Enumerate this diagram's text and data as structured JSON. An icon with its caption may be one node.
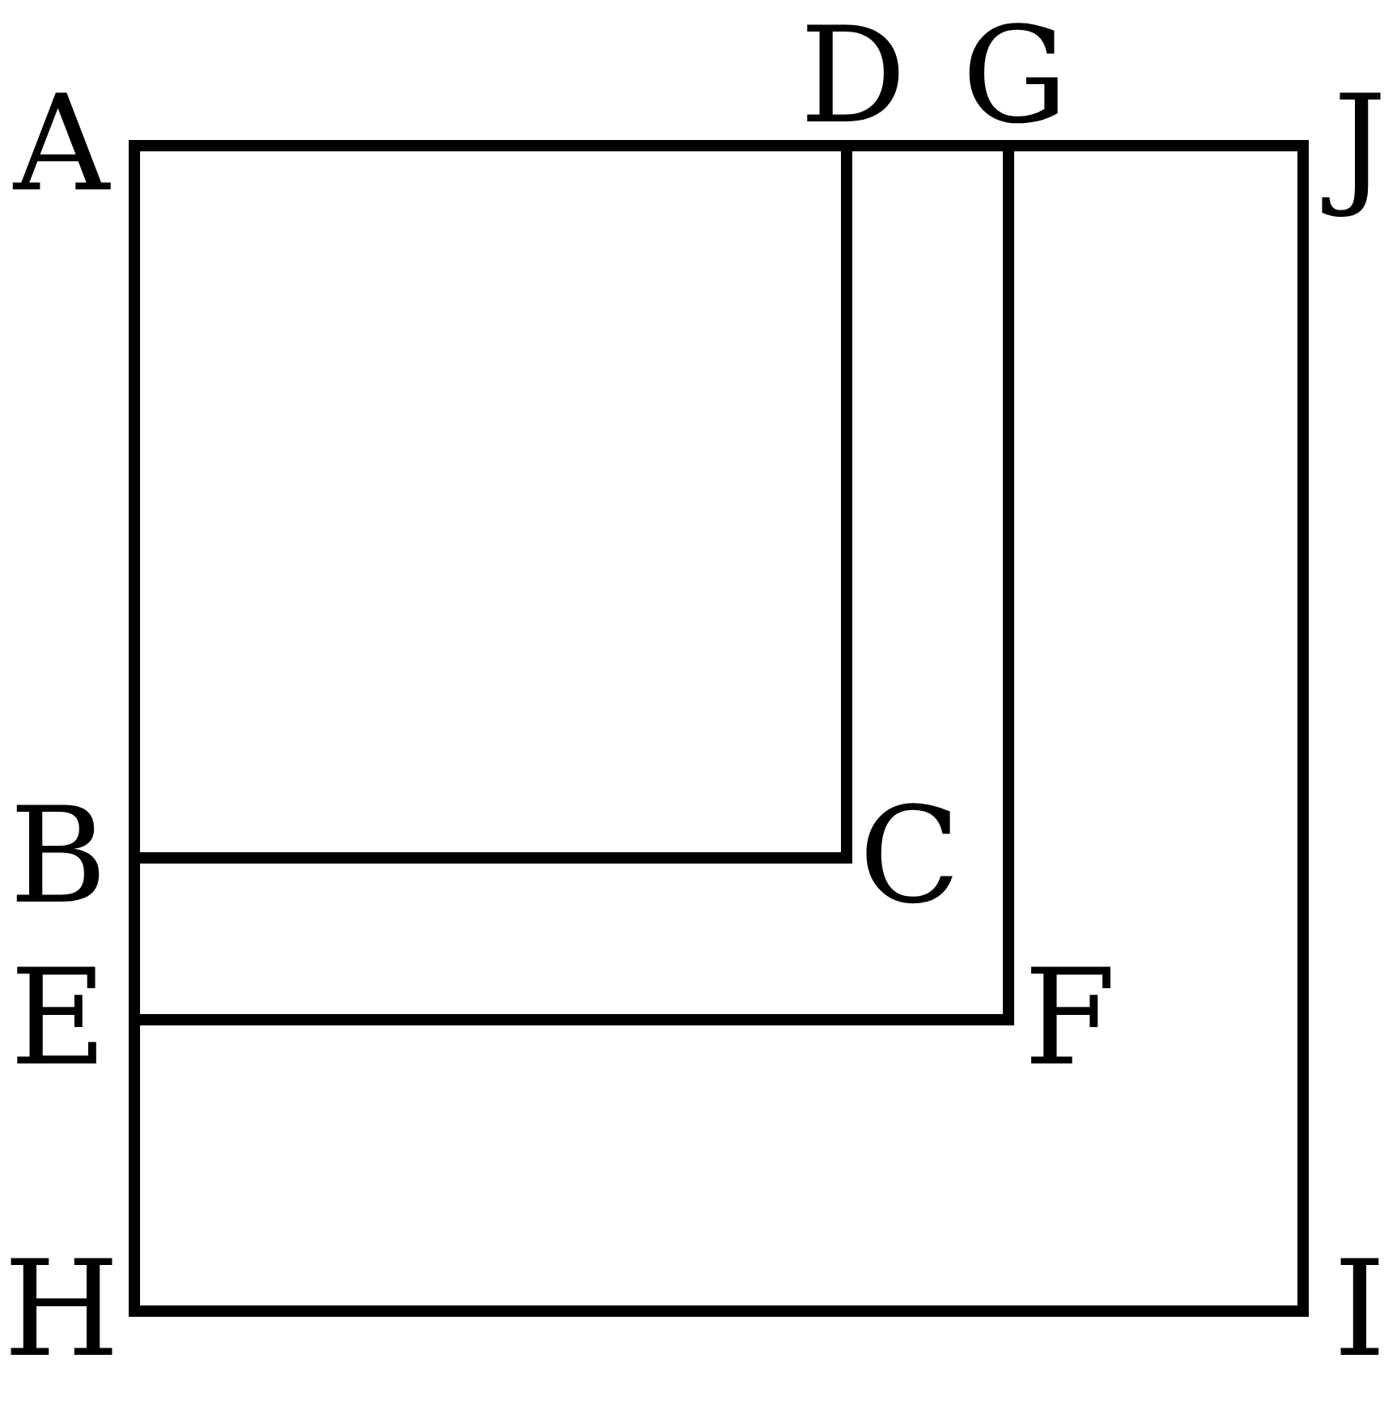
{
  "diagram": {
    "labels": [
      "A",
      "D",
      "G",
      "J",
      "B",
      "C",
      "E",
      "F",
      "H",
      "I"
    ]
  }
}
